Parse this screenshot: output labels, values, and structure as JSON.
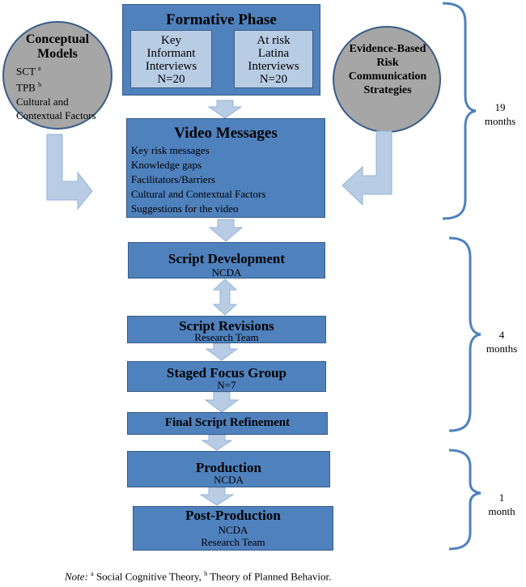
{
  "formative": {
    "title": "Formative Phase",
    "left_lines": [
      "Key",
      "Informant",
      "Interviews",
      "N=20"
    ],
    "right_lines": [
      "At risk",
      "Latina",
      "Interviews",
      "N=20"
    ]
  },
  "conceptual": {
    "title_lines": [
      "Conceptual",
      "Models"
    ],
    "items": [
      {
        "text": "SCT",
        "sup": "a"
      },
      {
        "text": "TPB",
        "sup": "b"
      },
      {
        "text": "Cultural and",
        "sup": ""
      },
      {
        "text": "Contextual Factors",
        "sup": ""
      }
    ]
  },
  "evidence": {
    "title_lines": [
      "Evidence-Based",
      "Risk",
      "Communication",
      "Strategies"
    ]
  },
  "video": {
    "title": "Video Messages",
    "items": [
      "Key risk messages",
      "Knowledge gaps",
      "Facilitators/Barriers",
      "Cultural and Contextual Factors",
      "Suggestions for the video"
    ]
  },
  "steps": [
    {
      "title": "Script Development",
      "subs": [
        "NCDA"
      ]
    },
    {
      "title": "Script Revisions",
      "subs": [
        "Research Team"
      ]
    },
    {
      "title": "Staged Focus Group",
      "subs": [
        "N=7"
      ]
    },
    {
      "title": "Final Script Refinement",
      "subs": []
    },
    {
      "title": "Production",
      "subs": [
        "NCDA"
      ]
    },
    {
      "title": "Post-Production",
      "subs": [
        "NCDA",
        "Research Team"
      ]
    }
  ],
  "durations": [
    {
      "number": "19",
      "unit": "months"
    },
    {
      "number": "4",
      "unit": "months"
    },
    {
      "number": "1",
      "unit": "month"
    }
  ],
  "note": {
    "label": "Note:",
    "a_sup": "a",
    "a_text": " Social Cognitive Theory, ",
    "b_sup": "b",
    "b_text": " Theory of Planned Behavior."
  },
  "colors": {
    "box_fill": "#4f81bd",
    "box_border": "#385d8a",
    "light_fill": "#b8cce4",
    "circle_fill": "#a6a6a6",
    "arrow_fill": "#b8cce4",
    "brace_stroke": "#4f81bd"
  }
}
